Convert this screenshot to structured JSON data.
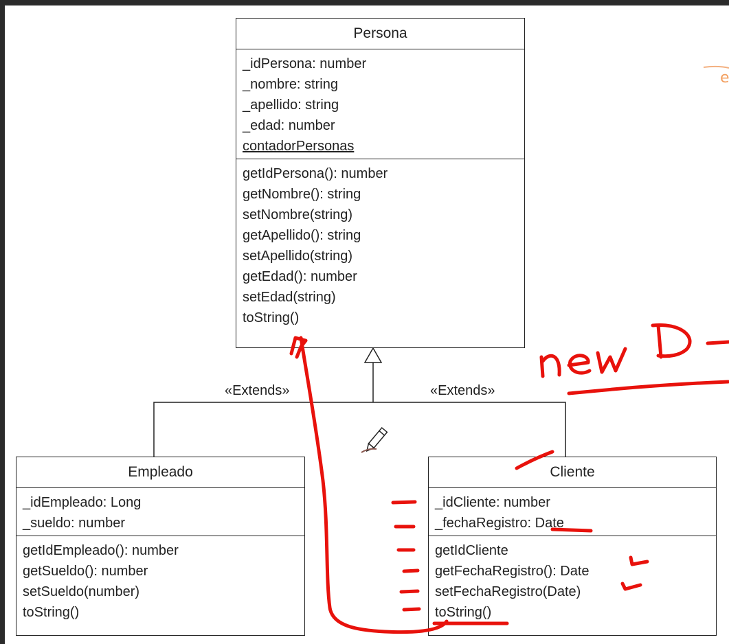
{
  "classes": {
    "persona": {
      "name": "Persona",
      "attributes": [
        "_idPersona: number",
        "_nombre: string",
        "_apellido: string",
        "_edad: number"
      ],
      "static_attribute": "contadorPersonas",
      "methods": [
        "getIdPersona(): number",
        "getNombre(): string",
        "setNombre(string)",
        "getApellido(): string",
        "setApellido(string)",
        "getEdad(): number",
        "setEdad(string)",
        "toString()"
      ]
    },
    "empleado": {
      "name": "Empleado",
      "attributes": [
        "_idEmpleado: Long",
        "_sueldo: number"
      ],
      "methods": [
        "getIdEmpleado(): number",
        "getSueldo(): number",
        "setSueldo(number)",
        "toString()"
      ]
    },
    "cliente": {
      "name": "Cliente",
      "attributes": [
        "_idCliente: number",
        "_fechaRegistro: Date"
      ],
      "methods": [
        "getIdCliente",
        "getFechaRegistro(): Date",
        "setFechaRegistro(Date)",
        "toString()"
      ]
    }
  },
  "relations": {
    "left_label": "«Extends»",
    "right_label": "«Extends»"
  },
  "annotation": {
    "handwritten_text": "new D",
    "ink_color": "#e8120c"
  },
  "colors": {
    "line": "#222222",
    "frame": "#2b2b2b"
  },
  "icons": {
    "cursor": "pencil-cursor-icon"
  }
}
